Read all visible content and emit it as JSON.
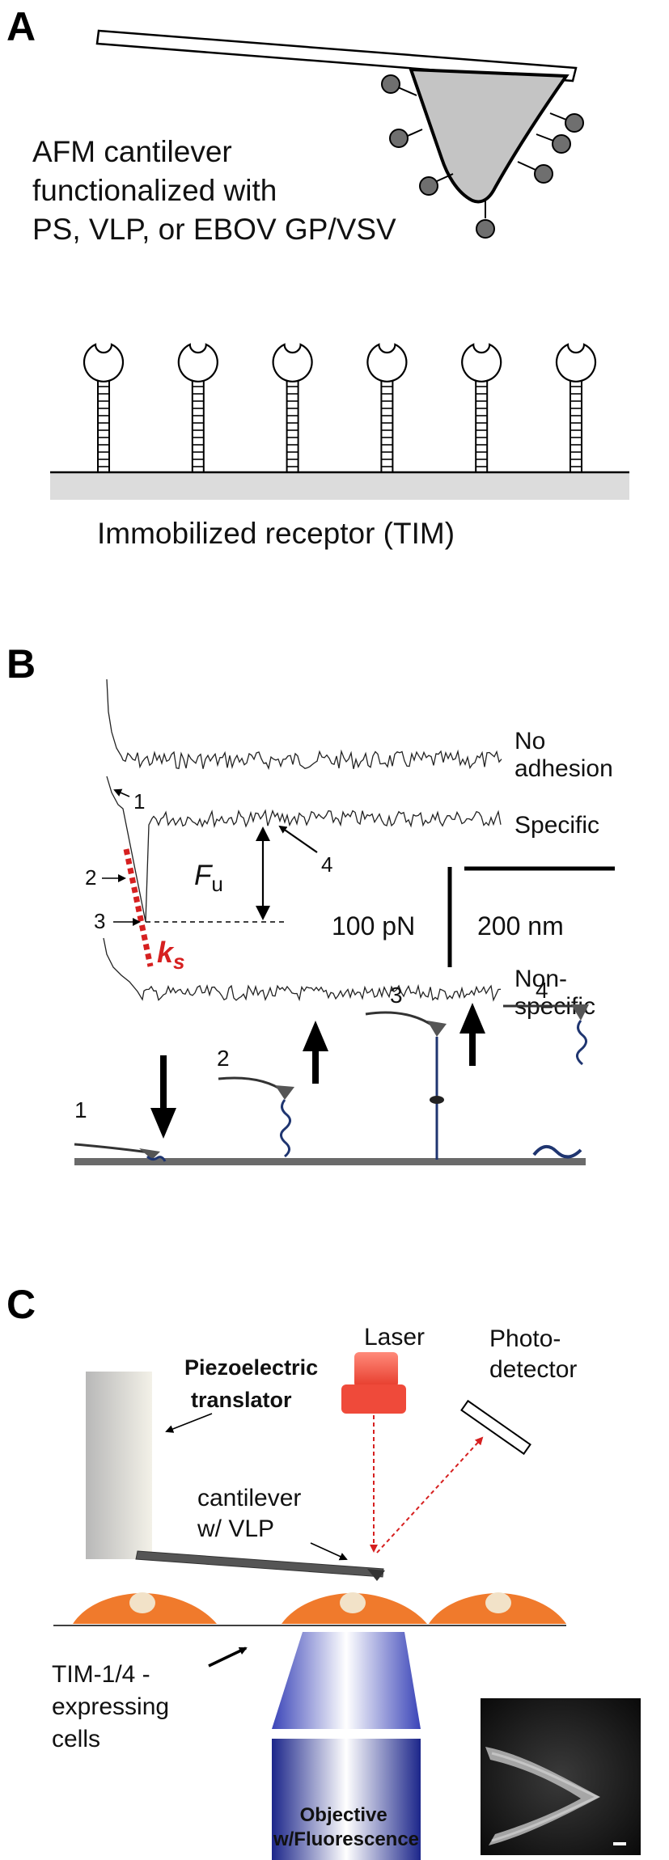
{
  "panel_a": {
    "letter": "A",
    "cantilever_text": [
      "AFM cantilever",
      "functionalized with",
      "PS, VLP, or EBOV GP/VSV"
    ],
    "surface_label": "Immobilized receptor (TIM)",
    "receptor_count": 6,
    "ligand_count": 7
  },
  "panel_b": {
    "letter": "B",
    "trace_labels": {
      "no_adhesion": [
        "No",
        "adhesion"
      ],
      "specific": "Specific",
      "non_specific": [
        "Non-",
        "specific"
      ]
    },
    "markers": [
      "1",
      "2",
      "3",
      "4"
    ],
    "force_label_main": "F",
    "force_label_sub": "u",
    "stiffness_main": "k",
    "stiffness_sub": "s",
    "scale_force": "100 pN",
    "scale_distance": "200 nm",
    "step_labels": [
      "1",
      "2",
      "3",
      "4"
    ]
  },
  "panel_c": {
    "letter": "C",
    "laser": "Laser",
    "photodetector": [
      "Photo-",
      "detector"
    ],
    "piezo": [
      "Piezoelectric",
      "translator"
    ],
    "cantilever": [
      "cantilever",
      "w/ VLP"
    ],
    "cells": [
      "TIM-1/4 -",
      "expressing",
      "cells"
    ],
    "objective": [
      "Objective",
      "w/Fluorescence"
    ]
  },
  "colors": {
    "tip": "#c4c4c4",
    "ligand": "#6f6f6f",
    "surface": "#dcdcdc",
    "red_dotted": "#d62020",
    "laser": "#f24a3a",
    "cell": "#f07a2c",
    "nucleus": "#f2e2c8",
    "tether": "#1f3570",
    "objective_top": "#2f39a8",
    "objective_bottom": "#1f2a8c",
    "piezo": "#dcdcd0"
  }
}
